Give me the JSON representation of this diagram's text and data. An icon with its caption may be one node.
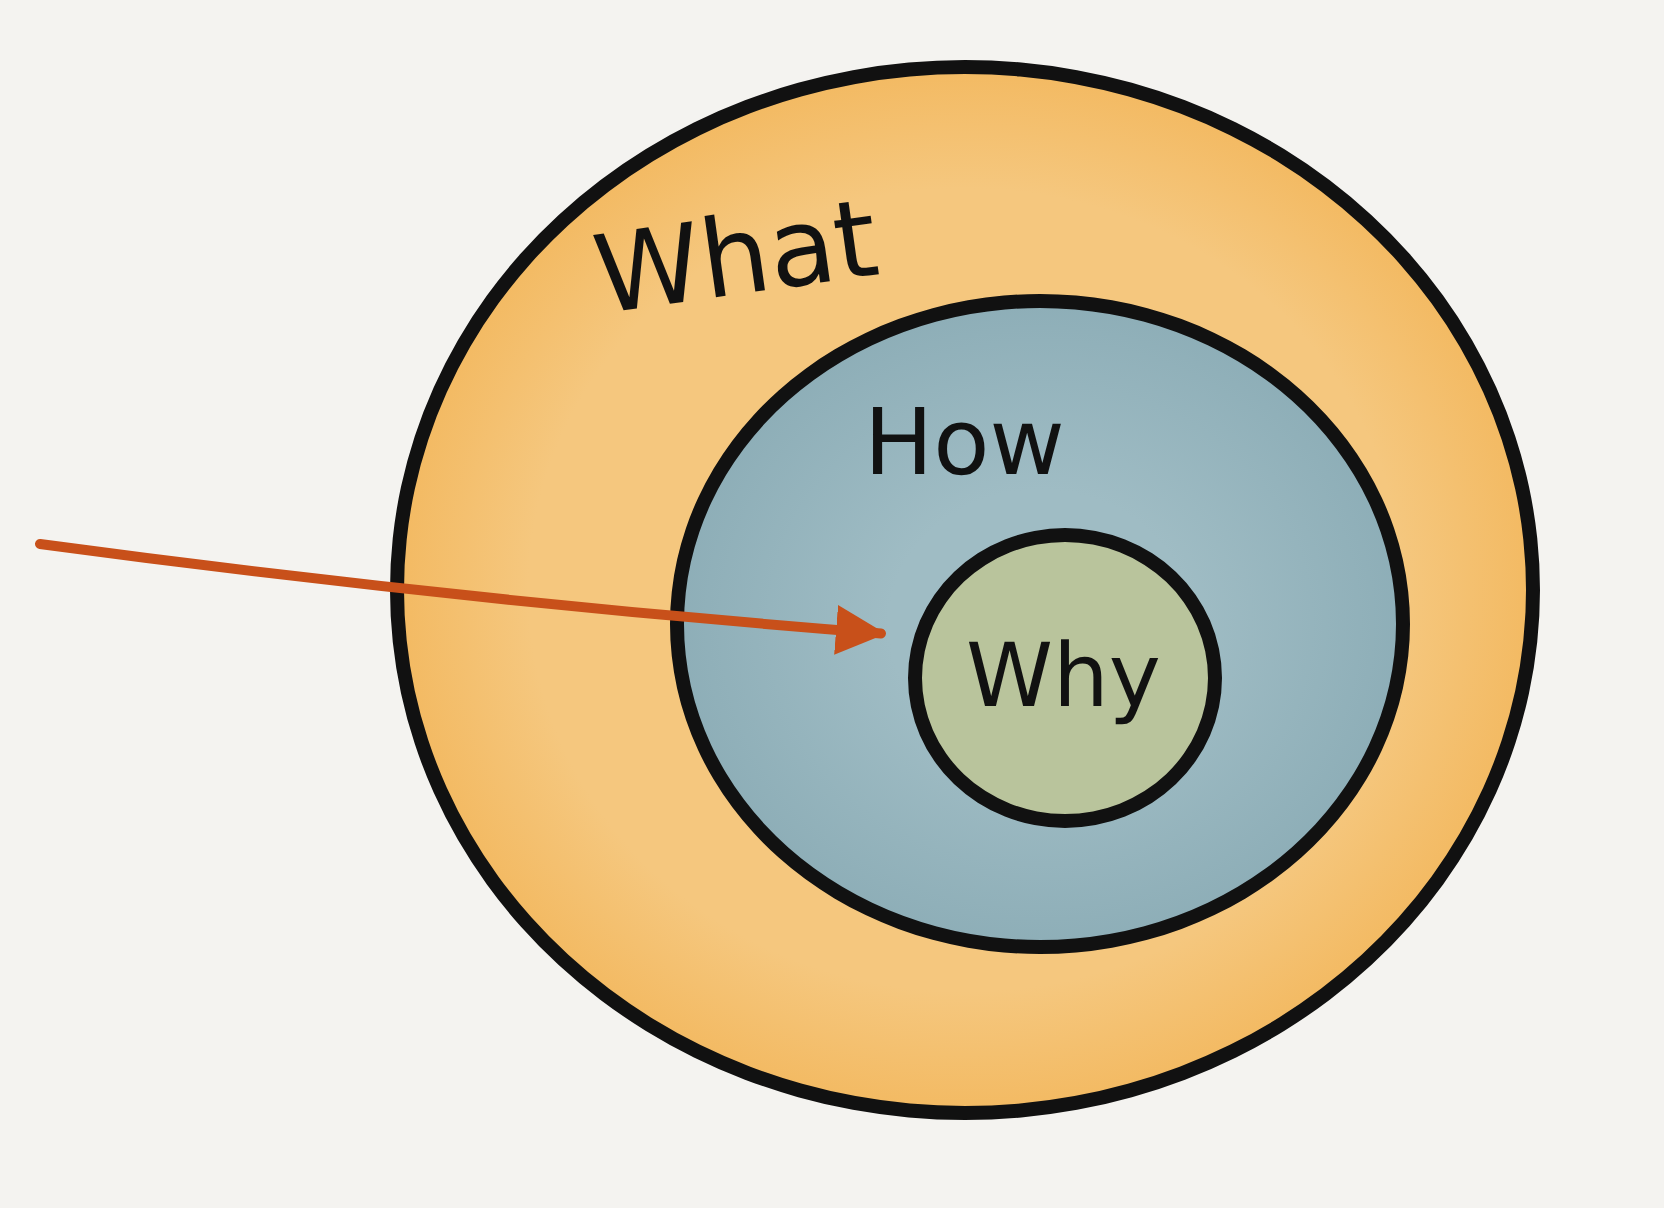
{
  "diagram": {
    "nodes": [
      {
        "text": [
          "What"
        ]
      },
      {
        "text": [
          "How"
        ],
        "in": 0
      },
      {
        "text": [
          "Why"
        ],
        "in": 1
      }
    ],
    "edges": [
      {
        "from": null,
        "to": 2,
        "arrow": "to",
        "color": "#c8501a"
      }
    ]
  }
}
